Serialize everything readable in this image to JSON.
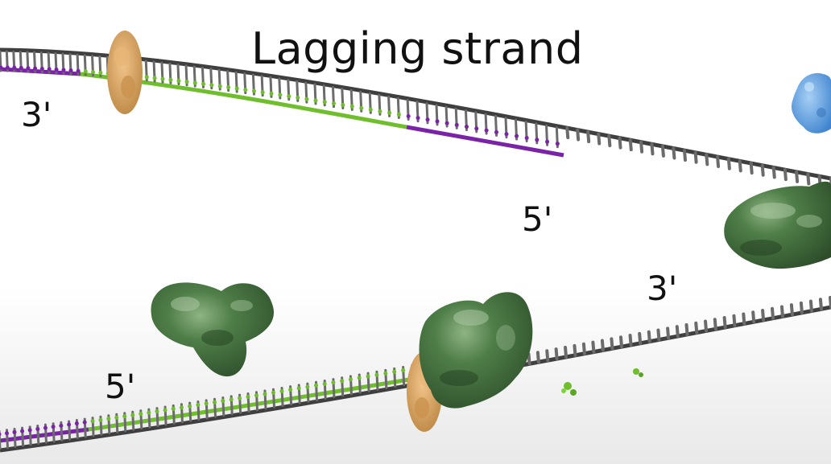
{
  "title": "Lagging strand",
  "end_labels": {
    "top_left": "3'",
    "middle": "5'",
    "right": "3'",
    "bottom_left": "5'"
  },
  "colors": {
    "backbone": "#3f3f3f",
    "base_gray": "#6b6b6b",
    "new_dna_green": "#6fbe2c",
    "rna_primer_purple": "#7a22a8",
    "clamp_tan": "#d9a45f",
    "polymerase_green": "#3f6b3a",
    "helicase_blue": "#5b9fe0"
  },
  "icons": {
    "polymerase": "dna-polymerase-icon",
    "clamp": "sliding-clamp-icon",
    "helicase": "helicase-icon"
  }
}
